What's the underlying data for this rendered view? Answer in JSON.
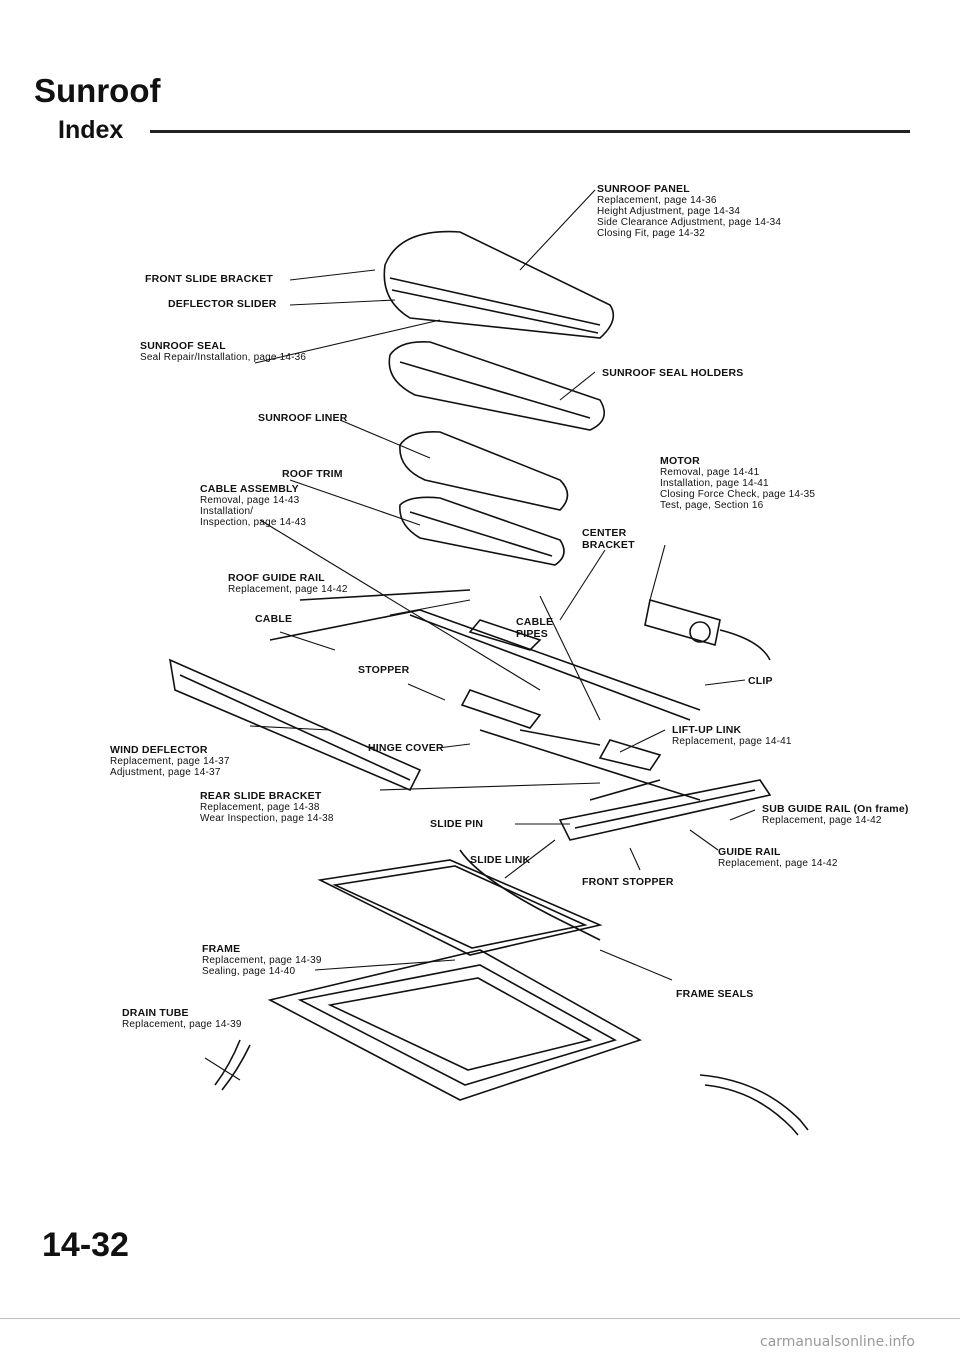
{
  "header": {
    "title": "Sunroof",
    "subtitle": "Index"
  },
  "labels": {
    "sunroof_panel": {
      "name": "SUNROOF PANEL",
      "details": [
        "Replacement, page 14-36",
        "Height Adjustment, page 14-34",
        "Side Clearance Adjustment, page 14-34",
        "Closing Fit, page 14-32"
      ]
    },
    "front_slide_bracket": {
      "name": "FRONT SLIDE BRACKET"
    },
    "deflector_slider": {
      "name": "DEFLECTOR SLIDER"
    },
    "sunroof_seal": {
      "name": "SUNROOF SEAL",
      "details": [
        "Seal Repair/Installation, page 14-36"
      ]
    },
    "sunroof_seal_holders": {
      "name": "SUNROOF SEAL HOLDERS"
    },
    "sunroof_liner": {
      "name": "SUNROOF LINER"
    },
    "roof_trim": {
      "name": "ROOF TRIM"
    },
    "motor": {
      "name": "MOTOR",
      "details": [
        "Removal, page 14-41",
        "Installation, page 14-41",
        "Closing Force Check, page 14-35",
        "Test, page, Section 16"
      ]
    },
    "cable_assembly": {
      "name": "CABLE ASSEMBLY",
      "details": [
        "Removal, page 14-43",
        "Installation/",
        "Inspection, page 14-43"
      ]
    },
    "center_bracket": {
      "name": "CENTER",
      "name2": "BRACKET"
    },
    "roof_guide_rail": {
      "name": "ROOF GUIDE RAIL",
      "details": [
        "Replacement, page 14-42"
      ]
    },
    "cable": {
      "name": "CABLE"
    },
    "cable_pipes": {
      "name": "CABLE",
      "name2": "PIPES"
    },
    "clip": {
      "name": "CLIP"
    },
    "stopper": {
      "name": "STOPPER"
    },
    "hinge_cover": {
      "name": "HINGE COVER"
    },
    "lift_up_link": {
      "name": "LIFT-UP LINK",
      "details": [
        "Replacement, page 14-41"
      ]
    },
    "wind_deflector": {
      "name": "WIND DEFLECTOR",
      "details": [
        "Replacement, page 14-37",
        "Adjustment, page 14-37"
      ]
    },
    "rear_slide_bracket": {
      "name": "REAR SLIDE BRACKET",
      "details": [
        "Replacement, page 14-38",
        "Wear Inspection, page 14-38"
      ]
    },
    "slide_pin": {
      "name": "SLIDE PIN"
    },
    "sub_guide_rail": {
      "name": "SUB GUIDE RAIL (On frame)",
      "details": [
        "Replacement, page 14-42"
      ]
    },
    "slide_link": {
      "name": "SLIDE LINK"
    },
    "guide_rail": {
      "name": "GUIDE RAIL",
      "details": [
        "Replacement, page 14-42"
      ]
    },
    "front_stopper": {
      "name": "FRONT STOPPER"
    },
    "frame": {
      "name": "FRAME",
      "details": [
        "Replacement, page 14-39",
        "Sealing, page 14-40"
      ]
    },
    "frame_seals": {
      "name": "FRAME SEALS"
    },
    "drain_tube": {
      "name": "DRAIN TUBE",
      "details": [
        "Replacement, page 14-39"
      ]
    }
  },
  "page_number": "14-32",
  "footer": {
    "watermark": "carmanualsonline.info"
  }
}
